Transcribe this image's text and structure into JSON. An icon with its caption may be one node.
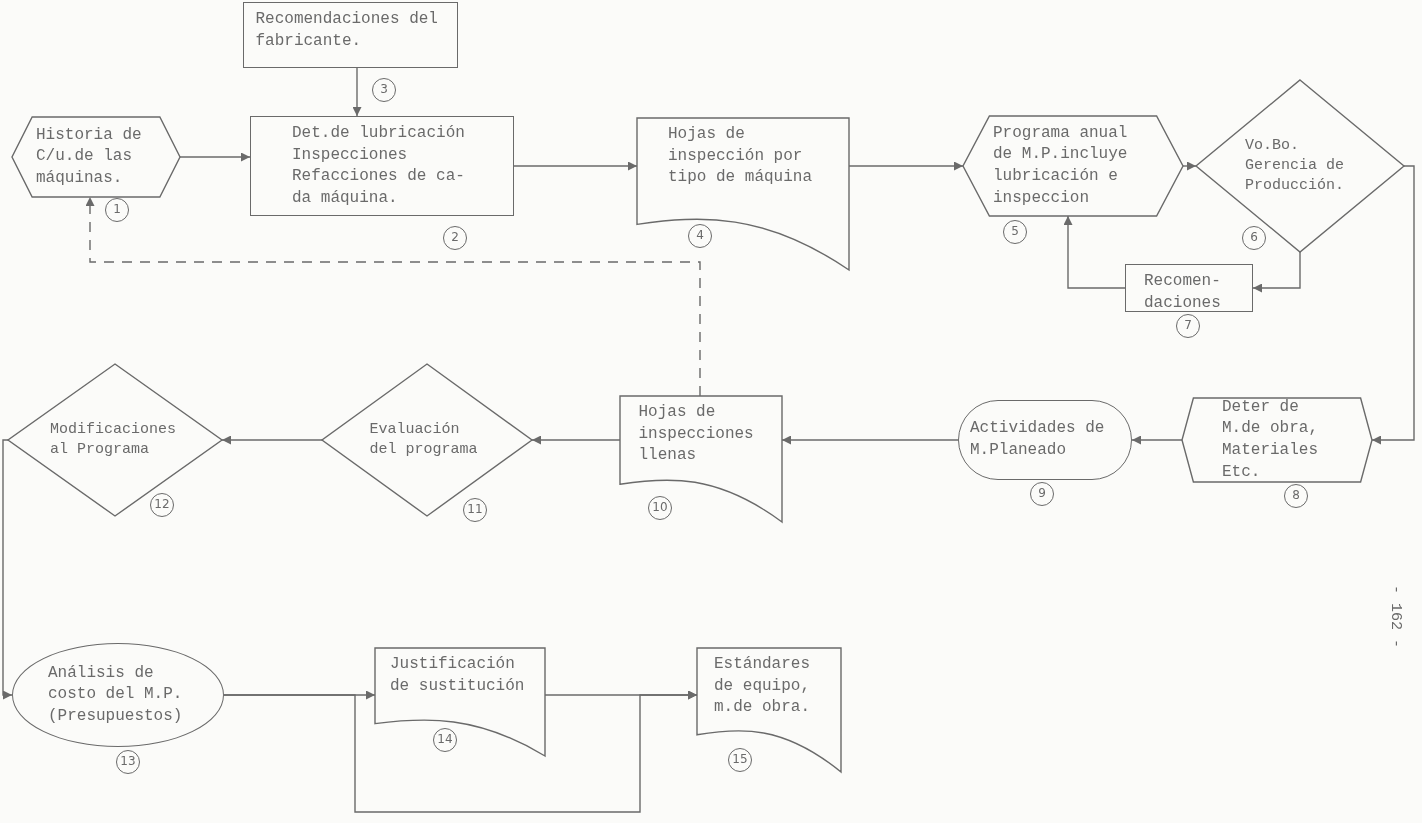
{
  "diagram": {
    "nodes": [
      {
        "text": [
          "Recomendaciones del fabricante."
        ],
        "beside": [
          "3"
        ]
      },
      {
        "text": [
          "Historia de C/u.de las máquinas."
        ],
        "beside": [
          "1"
        ]
      },
      {
        "text": [
          "Det.de lubricación",
          "Inspecciones",
          "Refacciones de ca- da máquina."
        ],
        "beside": [
          "2"
        ]
      },
      {
        "text": [
          "Hojas de inspección por tipo de máquina"
        ],
        "beside": [
          "4"
        ]
      },
      {
        "text": [
          "Programa anual de M.P.incluye lubricación e inspeccion"
        ],
        "beside": [
          "5"
        ]
      },
      {
        "text": [
          "Vo.Bo. Gerencia de Producción."
        ],
        "beside": [
          "6"
        ]
      },
      {
        "text": [
          "Recomen- daciones"
        ],
        "beside": [
          "7"
        ]
      },
      {
        "text": [
          "Deter de M.de obra, Materiales Etc."
        ],
        "beside": [
          "8"
        ]
      },
      {
        "text": [
          "Actividades de M.Planeado"
        ],
        "beside": [
          "9"
        ]
      },
      {
        "text": [
          "Hojas de inspecciones llenas"
        ],
        "beside": [
          "10"
        ]
      },
      {
        "text": [
          "Evaluación del programa"
        ],
        "beside": [
          "11"
        ]
      },
      {
        "text": [
          "Modificaciones al Programa"
        ],
        "beside": [
          "12"
        ]
      },
      {
        "text": [
          "Análisis de costo del M.P. (Presupuestos)"
        ],
        "beside": [
          "13"
        ]
      },
      {
        "text": [
          "Justificación de sustitución"
        ],
        "beside": [
          "14"
        ]
      },
      {
        "text": [
          "Estándares de equipo, m.de obra."
        ],
        "beside": [
          "15"
        ]
      }
    ],
    "edges": [
      {
        "from": 1,
        "to": 2,
        "arrow": "to"
      },
      {
        "from": 0,
        "to": 2,
        "arrow": "to"
      },
      {
        "from": 2,
        "to": 3,
        "arrow": "to"
      },
      {
        "from": 3,
        "to": 4,
        "arrow": "to"
      },
      {
        "from": 4,
        "to": 5,
        "arrow": "to"
      },
      {
        "from": 5,
        "to": 6,
        "arrow": "to"
      },
      {
        "from": 6,
        "to": 4,
        "arrow": "to"
      },
      {
        "from": 5,
        "to": 7,
        "arrow": "to"
      },
      {
        "from": 7,
        "to": 8,
        "arrow": "to"
      },
      {
        "from": 8,
        "to": 9,
        "arrow": "to"
      },
      {
        "from": 9,
        "to": 10,
        "arrow": "to"
      },
      {
        "from": 10,
        "to": 11,
        "arrow": "to"
      },
      {
        "from": 11,
        "to": 12,
        "arrow": "to"
      },
      {
        "from": 12,
        "to": 13,
        "arrow": "to"
      },
      {
        "from": 13,
        "to": 14,
        "arrow": "to"
      },
      {
        "from": 12,
        "to": 14,
        "arrow": "to"
      },
      {
        "from": 9,
        "to": 1,
        "arrow": "to",
        "style": "dashed"
      }
    ],
    "labels": [
      "- 162 -"
    ]
  }
}
